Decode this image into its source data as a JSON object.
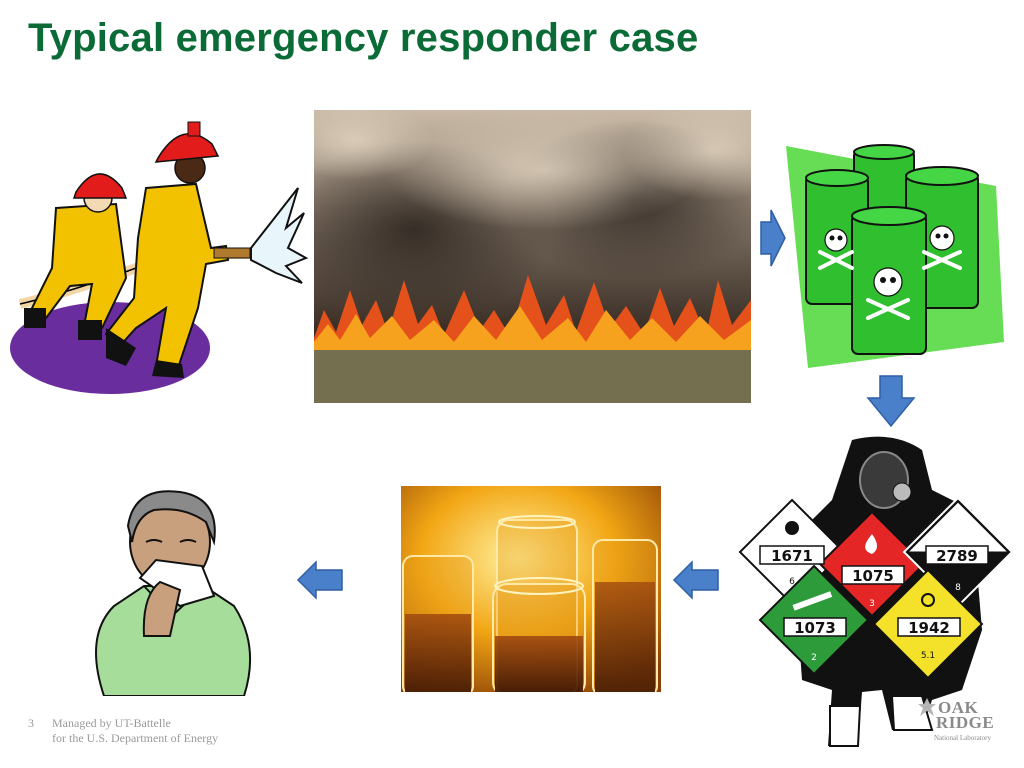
{
  "slide": {
    "title": "Typical emergency responder case",
    "page_number": "3",
    "footer_line1": "Managed by UT-Battelle",
    "footer_line2": "for the U.S. Department of Energy"
  },
  "logo": {
    "line1": "OAK",
    "line2": "RIDGE",
    "line3": "National Laboratory"
  },
  "placards": [
    {
      "number": "1671",
      "class": "6"
    },
    {
      "number": "1075",
      "class": "3"
    },
    {
      "number": "2789",
      "class": "8"
    },
    {
      "number": "1073",
      "class": "2"
    },
    {
      "number": "1942",
      "class": "5.1"
    }
  ],
  "colors": {
    "title_green": "#0b6b36",
    "arrow_blue": "#4a7fc9",
    "barrel_green": "#33cc33",
    "firefighter_yellow": "#f2c200"
  },
  "icons": [
    "firefighters-clipart",
    "wildfire-photo",
    "toxic-barrels-clipart",
    "hazmat-suit-clipart",
    "test-tubes-photo",
    "sick-man-clipart"
  ]
}
